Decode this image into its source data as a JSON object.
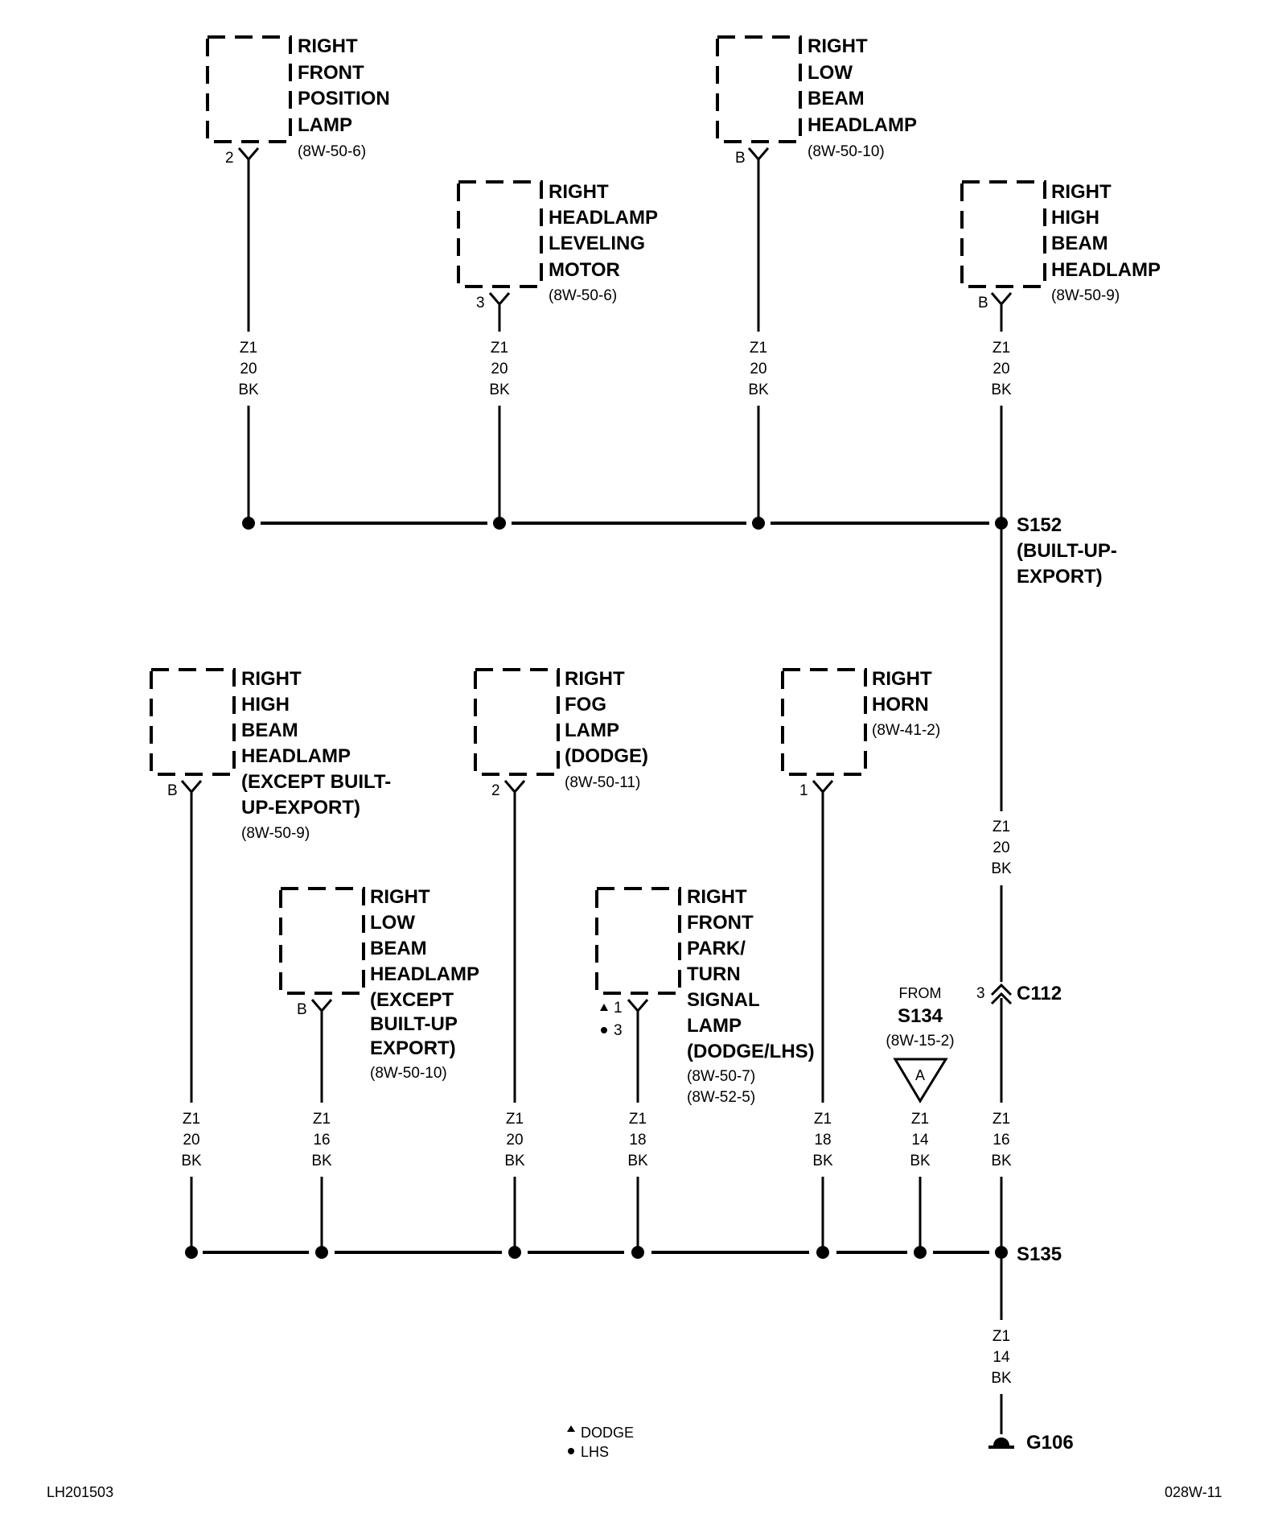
{
  "components": [
    {
      "id": "rfpl",
      "lines": [
        "RIGHT",
        "FRONT",
        "POSITION",
        "LAMP"
      ],
      "ref": "(8W-50-6)",
      "pin": "2",
      "wire": [
        "Z1",
        "20",
        "BK"
      ]
    },
    {
      "id": "rhlm",
      "lines": [
        "RIGHT",
        "HEADLAMP",
        "LEVELING",
        "MOTOR"
      ],
      "ref": "(8W-50-6)",
      "pin": "3",
      "wire": [
        "Z1",
        "20",
        "BK"
      ]
    },
    {
      "id": "rlbh",
      "lines": [
        "RIGHT",
        "LOW",
        "BEAM",
        "HEADLAMP"
      ],
      "ref": "(8W-50-10)",
      "pin": "B",
      "wire": [
        "Z1",
        "20",
        "BK"
      ]
    },
    {
      "id": "rhbh",
      "lines": [
        "RIGHT",
        "HIGH",
        "BEAM",
        "HEADLAMP"
      ],
      "ref": "(8W-50-9)",
      "pin": "B",
      "wire": [
        "Z1",
        "20",
        "BK"
      ]
    },
    {
      "id": "rhbh2",
      "lines": [
        "RIGHT",
        "HIGH",
        "BEAM",
        "HEADLAMP",
        "(EXCEPT BUILT-",
        "UP-EXPORT)"
      ],
      "ref": "(8W-50-9)",
      "pin": "B",
      "wire": [
        "Z1",
        "20",
        "BK"
      ]
    },
    {
      "id": "rfog",
      "lines": [
        "RIGHT",
        "FOG",
        "LAMP",
        "(DODGE)"
      ],
      "ref": "(8W-50-11)",
      "pin": "2",
      "wire": [
        "Z1",
        "20",
        "BK"
      ]
    },
    {
      "id": "rhorn",
      "lines": [
        "RIGHT",
        "HORN"
      ],
      "ref": "(8W-41-2)",
      "pin": "1",
      "wire": [
        "Z1",
        "18",
        "BK"
      ]
    },
    {
      "id": "rlbh2",
      "lines": [
        "RIGHT",
        "LOW",
        "BEAM",
        "HEADLAMP",
        "(EXCEPT",
        "BUILT-UP",
        "EXPORT)"
      ],
      "ref": "(8W-50-10)",
      "pin": "B",
      "wire": [
        "Z1",
        "16",
        "BK"
      ]
    },
    {
      "id": "rfpt",
      "lines": [
        "RIGHT",
        "FRONT",
        "PARK/",
        "TURN",
        "SIGNAL",
        "LAMP",
        "(DODGE/LHS)"
      ],
      "ref": "(8W-50-7)",
      "ref2": "(8W-52-5)",
      "pin": "1",
      "pin2": "3",
      "wire": [
        "Z1",
        "18",
        "BK"
      ]
    }
  ],
  "splices": {
    "s152": {
      "id": "S152",
      "desc": [
        "(BUILT-UP-",
        "EXPORT)"
      ]
    },
    "s135": {
      "id": "S135"
    }
  },
  "wires": {
    "s152_to_c112": [
      "Z1",
      "20",
      "BK"
    ],
    "c112_to_s135": [
      "Z1",
      "16",
      "BK"
    ],
    "from_s134": [
      "Z1",
      "14",
      "BK"
    ],
    "to_ground": [
      "Z1",
      "14",
      "BK"
    ]
  },
  "connector": {
    "id": "C112",
    "pin": "3"
  },
  "from_ref": {
    "label": "FROM",
    "splice": "S134",
    "ref": "(8W-15-2)",
    "letter": "A"
  },
  "ground": {
    "id": "G106"
  },
  "legend": {
    "dodge": "DODGE",
    "lhs": "LHS"
  },
  "footer": {
    "left": "LH201503",
    "right": "028W-11"
  }
}
